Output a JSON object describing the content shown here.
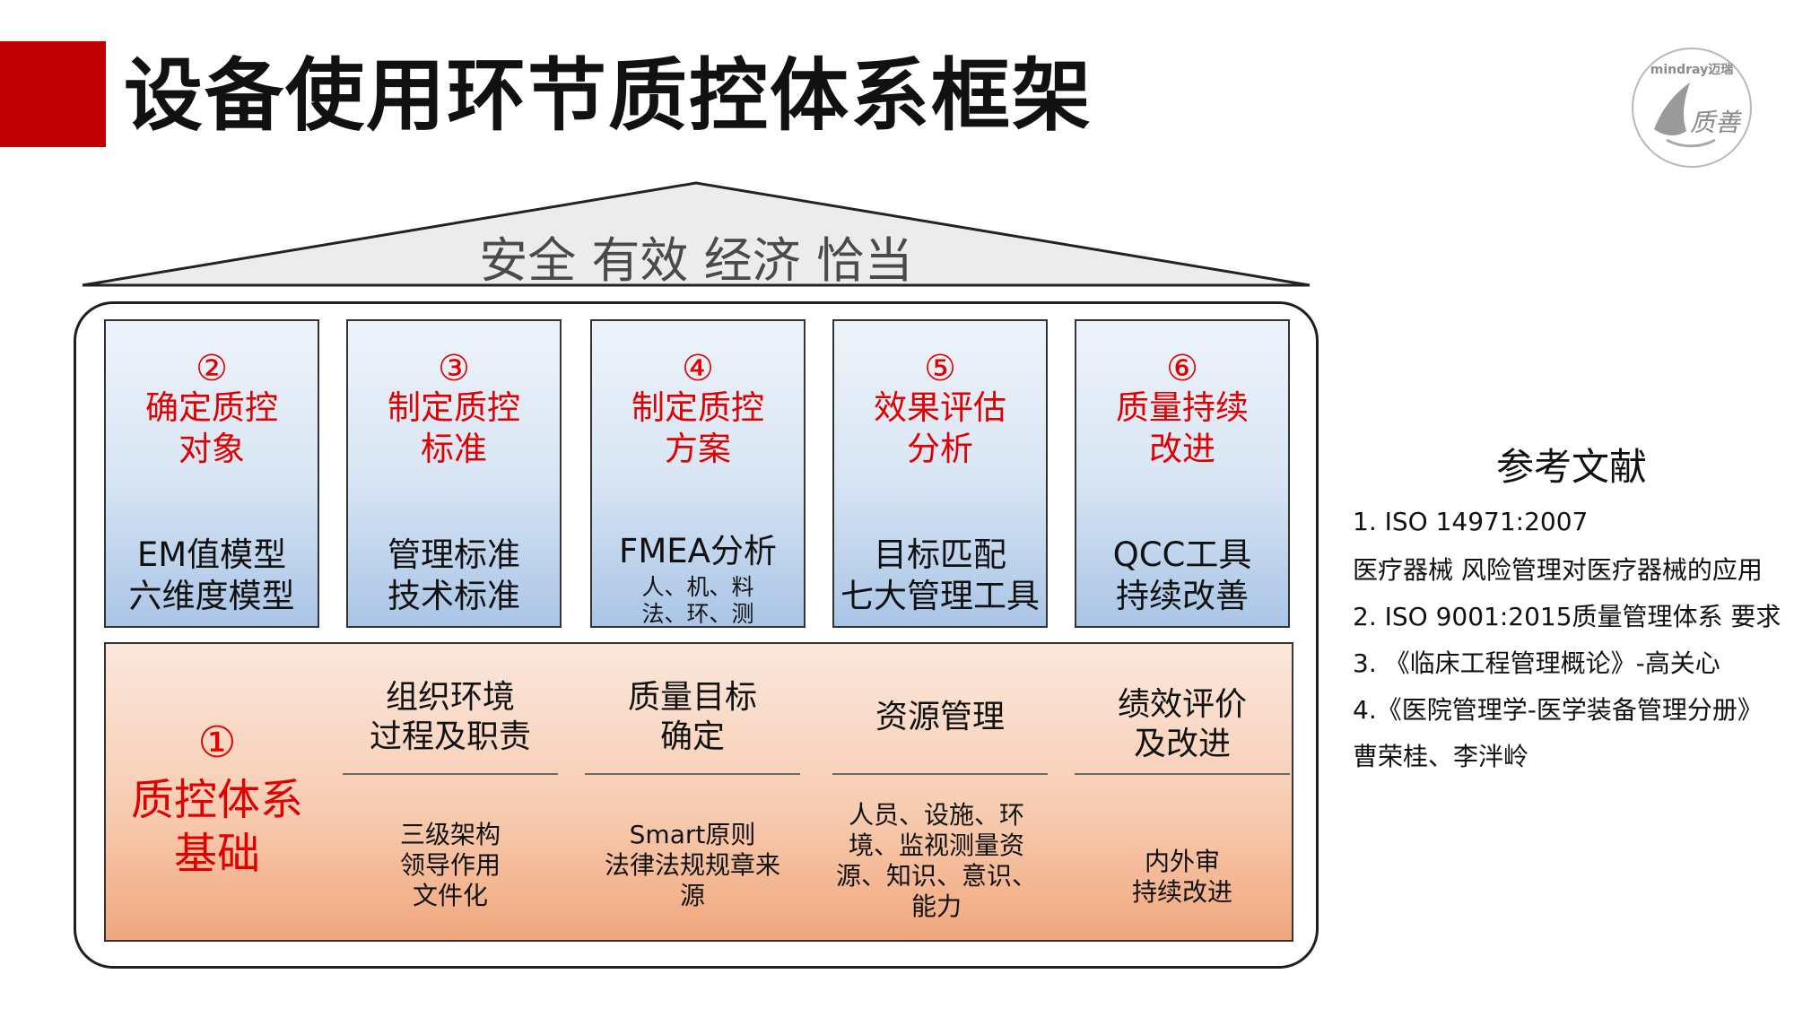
{
  "title": "设备使用环节质控体系框架",
  "logo": {
    "brand": "mindray迈瑞",
    "script_text": "质善"
  },
  "roof": {
    "text": "安全 有效 经济 恰当"
  },
  "pillars": [
    {
      "num": "②",
      "title": "确定质控\n对象",
      "body": "EM值模型\n六维度模型",
      "small": ""
    },
    {
      "num": "③",
      "title": "制定质控\n标准",
      "body": "管理标准\n技术标准",
      "small": ""
    },
    {
      "num": "④",
      "title": "制定质控\n方案",
      "body": "FMEA分析",
      "small": "人、机、料\n法、环、测"
    },
    {
      "num": "⑤",
      "title": "效果评估\n分析",
      "body": "目标匹配\n七大管理工具",
      "small": ""
    },
    {
      "num": "⑥",
      "title": "质量持续\n改进",
      "body": "QCC工具\n持续改善",
      "small": ""
    }
  ],
  "foundation": {
    "num": "①",
    "title": "质控体系\n基础",
    "columns": [
      {
        "head": "组织环境\n过程及职责",
        "body": "三级架构\n领导作用\n文件化"
      },
      {
        "head": "质量目标\n确定",
        "body": "Smart原则\n法律法规规章来\n源"
      },
      {
        "head": "资源管理",
        "body": "人员、设施、环\n境、监视测量资\n源、知识、意识、\n能力"
      },
      {
        "head": "绩效评价\n及改进",
        "body": "内外审\n持续改进"
      }
    ]
  },
  "references": {
    "title": "参考文献",
    "lines": [
      "1. ISO 14971:2007",
      "医疗器械 风险管理对医疗器械的应用",
      "2. ISO 9001:2015质量管理体系 要求",
      "3. 《临床工程管理概论》-高关心",
      "4.《医院管理学-医学装备管理分册》",
      "曹荣桂、李泮岭"
    ]
  },
  "colors": {
    "accent_red": "#c00000",
    "label_red": "#e00000",
    "pillar_blue": "#a9c5e6",
    "foundation_orange": "#f1a77d"
  }
}
